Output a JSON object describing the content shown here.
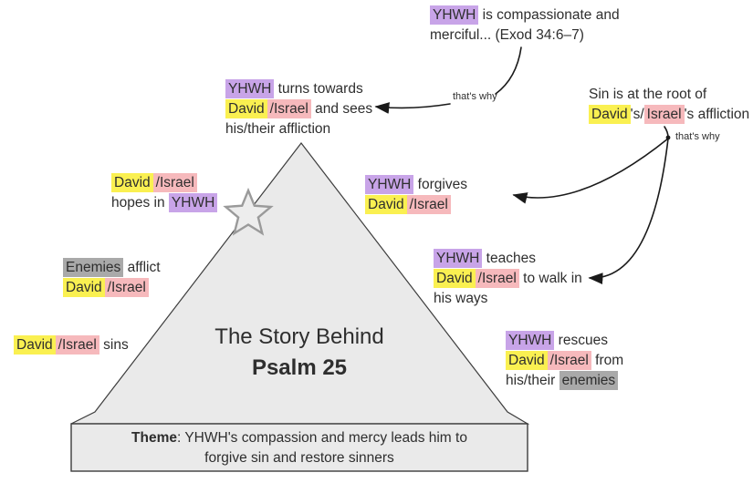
{
  "diagram_title": {
    "line1": "The Story Behind",
    "line2": "Psalm 25"
  },
  "colors": {
    "purple": "#c8a4e8",
    "yellow": "#faf051",
    "pink": "#f6b9bc",
    "gray": "#a9a9a9",
    "text": "#2e2e2e",
    "shape_fill": "#eaeaea",
    "shape_stroke": "#3d3d3d",
    "arrow": "#1a1a1a",
    "star_stroke": "#9a9a9a",
    "star_fill": "#ededed"
  },
  "annotations": {
    "thats_why_top": "that's why",
    "thats_why_right": "that's why"
  },
  "labels": {
    "exod": {
      "lines": [
        [
          {
            "t": "YHWH",
            "h": "purple"
          },
          {
            "t": " is compassionate and"
          }
        ],
        [
          {
            "t": "merciful... (Exod 34:6–7)"
          }
        ]
      ]
    },
    "turns": {
      "lines": [
        [
          {
            "t": "YHWH",
            "h": "purple"
          },
          {
            "t": " turns towards"
          }
        ],
        [
          {
            "t": "David",
            "h": "yellow"
          },
          {
            "t": "/Israel",
            "h": "pink"
          },
          {
            "t": " and sees"
          }
        ],
        [
          {
            "t": "his/their affliction"
          }
        ]
      ]
    },
    "sin_root": {
      "lines": [
        [
          {
            "t": "Sin is at the root of"
          }
        ],
        [
          {
            "t": "David",
            "h": "yellow"
          },
          {
            "t": "'s/"
          },
          {
            "t": "Israel",
            "h": "pink"
          },
          {
            "t": "'s affliction"
          }
        ]
      ]
    },
    "forgives": {
      "lines": [
        [
          {
            "t": "YHWH",
            "h": "purple"
          },
          {
            "t": " forgives"
          }
        ],
        [
          {
            "t": "David",
            "h": "yellow"
          },
          {
            "t": "/Israel",
            "h": "pink"
          }
        ]
      ]
    },
    "teaches": {
      "lines": [
        [
          {
            "t": "YHWH",
            "h": "purple"
          },
          {
            "t": " teaches"
          }
        ],
        [
          {
            "t": "David",
            "h": "yellow"
          },
          {
            "t": "/Israel",
            "h": "pink"
          },
          {
            "t": " to walk in"
          }
        ],
        [
          {
            "t": "his ways"
          }
        ]
      ]
    },
    "hopes": {
      "lines": [
        [
          {
            "t": "David",
            "h": "yellow"
          },
          {
            "t": "/Israel",
            "h": "pink"
          }
        ],
        [
          {
            "t": "hopes in "
          },
          {
            "t": "YHWH",
            "h": "purple"
          }
        ]
      ]
    },
    "afflict": {
      "lines": [
        [
          {
            "t": "Enemies",
            "h": "gray"
          },
          {
            "t": " afflict"
          }
        ],
        [
          {
            "t": "David",
            "h": "yellow"
          },
          {
            "t": "/Israel",
            "h": "pink"
          }
        ]
      ]
    },
    "sins": {
      "lines": [
        [
          {
            "t": "David",
            "h": "yellow"
          },
          {
            "t": "/Israel",
            "h": "pink"
          },
          {
            "t": " sins"
          }
        ]
      ]
    },
    "rescues": {
      "lines": [
        [
          {
            "t": "YHWH",
            "h": "purple"
          },
          {
            "t": " rescues"
          }
        ],
        [
          {
            "t": "David",
            "h": "yellow"
          },
          {
            "t": "/Israel",
            "h": "pink"
          },
          {
            "t": " from"
          }
        ],
        [
          {
            "t": "his/their "
          },
          {
            "t": "enemies",
            "h": "gray"
          }
        ]
      ]
    },
    "theme": {
      "lines": [
        [
          {
            "t": "Theme",
            "b": true
          },
          {
            "t": ": YHWH's compassion and mercy leads him to"
          }
        ],
        [
          {
            "t": "forgive sin and restore sinners"
          }
        ]
      ]
    }
  }
}
